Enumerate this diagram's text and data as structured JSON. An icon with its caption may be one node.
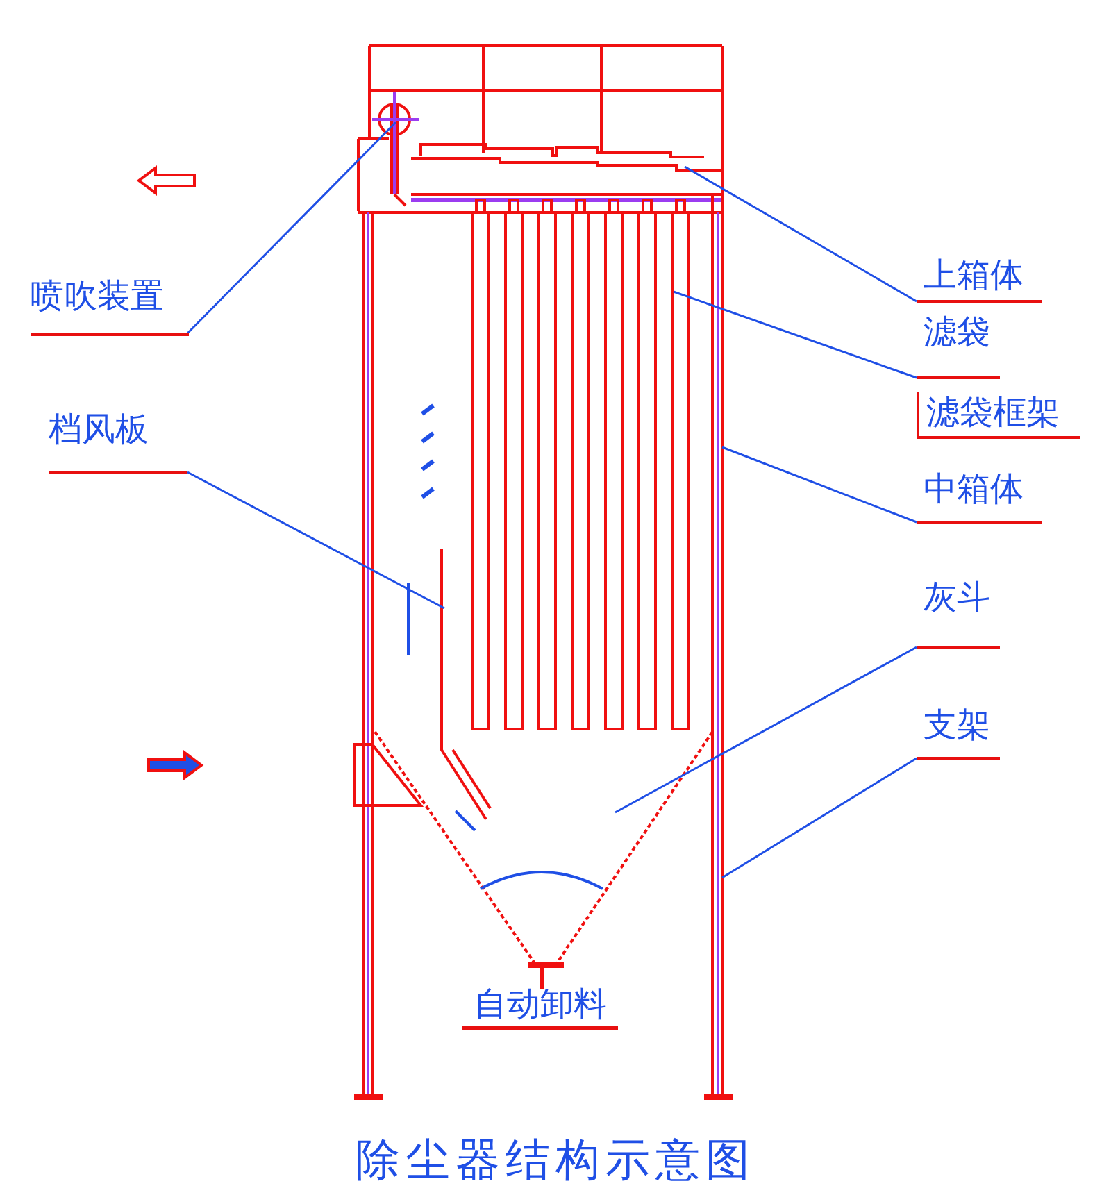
{
  "diagram": {
    "caption": "除尘器结构示意图",
    "nodes": [
      {
        "text": [
          "喷吹装置"
        ]
      },
      {
        "text": [
          "档风板"
        ]
      },
      {
        "text": [
          "上箱体"
        ]
      },
      {
        "text": [
          "滤袋"
        ]
      },
      {
        "text": [
          "滤袋框架"
        ]
      },
      {
        "text": [
          "中箱体"
        ]
      },
      {
        "text": [
          "灰斗"
        ]
      },
      {
        "text": [
          "支架"
        ]
      }
    ],
    "edges": [
      {
        "from": 0,
        "to": null,
        "arrow": "none"
      },
      {
        "from": 1,
        "to": null,
        "arrow": "none"
      },
      {
        "from": 2,
        "to": null,
        "arrow": "none"
      },
      {
        "from": 3,
        "to": null,
        "arrow": "none"
      },
      {
        "from": 5,
        "to": null,
        "arrow": "none"
      },
      {
        "from": 6,
        "to": null,
        "arrow": "none"
      },
      {
        "from": 7,
        "to": null,
        "arrow": "none"
      }
    ],
    "labels": [
      "自动卸料"
    ]
  }
}
